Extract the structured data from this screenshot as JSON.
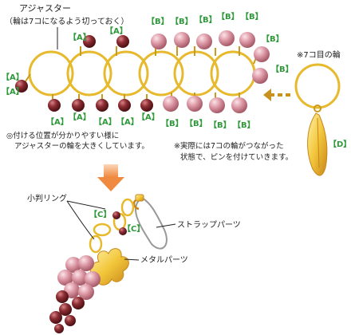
{
  "labels": {
    "title": "アジャスター",
    "title_note": "（輪は7コになるよう切っておく）",
    "seventh_ring": "※7コ目の輪",
    "note_left_1": "◎付ける位置が分かりやすい様に",
    "note_left_2": "アジャスターの輪を大きくしています。",
    "note_right_1": "※実際には7コの輪がつながった",
    "note_right_2": "状態で、ピンを付けていきます。",
    "small_ring": "小判リング",
    "strap_parts": "ストラップパーツ",
    "metal_parts": "メタルパーツ"
  },
  "tags": {
    "A": "【A】",
    "B": "【B】",
    "C": "【C】",
    "D": "【D】"
  },
  "colors": {
    "ring": "#e7b92c",
    "bead_a": "#8c2d32",
    "bead_b": "#dc97a4",
    "tag_green": "#2e9a3a",
    "leaf_gold": "#f2c63a",
    "arrow_orange": "#f08a40"
  }
}
